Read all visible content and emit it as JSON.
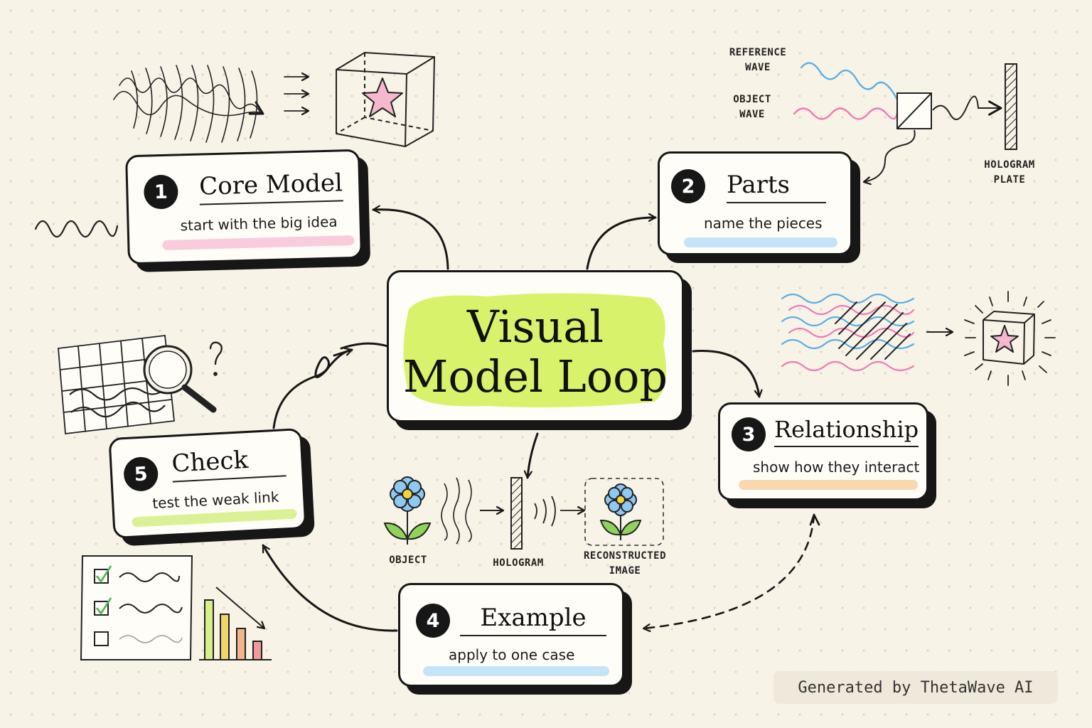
{
  "center": {
    "line1": "Visual",
    "line2": "Model Loop"
  },
  "steps": [
    {
      "number": "1",
      "title": "Core Model",
      "subtitle": "start with the big idea",
      "highlight_color": "#f7c6d9"
    },
    {
      "number": "2",
      "title": "Parts",
      "subtitle": "name the pieces",
      "highlight_color": "#bfe1f7"
    },
    {
      "number": "3",
      "title": "Relationship",
      "subtitle": "show how they interact",
      "highlight_color": "#f9d3a5"
    },
    {
      "number": "4",
      "title": "Example",
      "subtitle": "apply to one case",
      "highlight_color": "#bfe1f7"
    },
    {
      "number": "5",
      "title": "Check",
      "subtitle": "test the weak link",
      "highlight_color": "#d7f08a"
    }
  ],
  "labels": {
    "reference_wave": [
      "REFERENCE",
      "WAVE"
    ],
    "object_wave": [
      "OBJECT",
      "WAVE"
    ],
    "hologram_plate": [
      "HOLOGRAM",
      "PLATE"
    ],
    "object": "OBJECT",
    "hologram": "HOLOGRAM",
    "reconstructed_image": [
      "RECONSTRUCTED",
      "IMAGE"
    ]
  },
  "icons": [
    "wave-icon",
    "cube-star-icon",
    "beam-splitter-icon",
    "hologram-plate-icon",
    "magnifier-icon",
    "flower-icon",
    "checklist-icon",
    "bar-chart-icon"
  ],
  "colors": {
    "center_highlight": "#d8f26b",
    "ink": "#171717",
    "blue_wave": "#5aaee8",
    "pink_wave": "#f07ab8"
  },
  "footer": "Generated by ThetaWave AI"
}
